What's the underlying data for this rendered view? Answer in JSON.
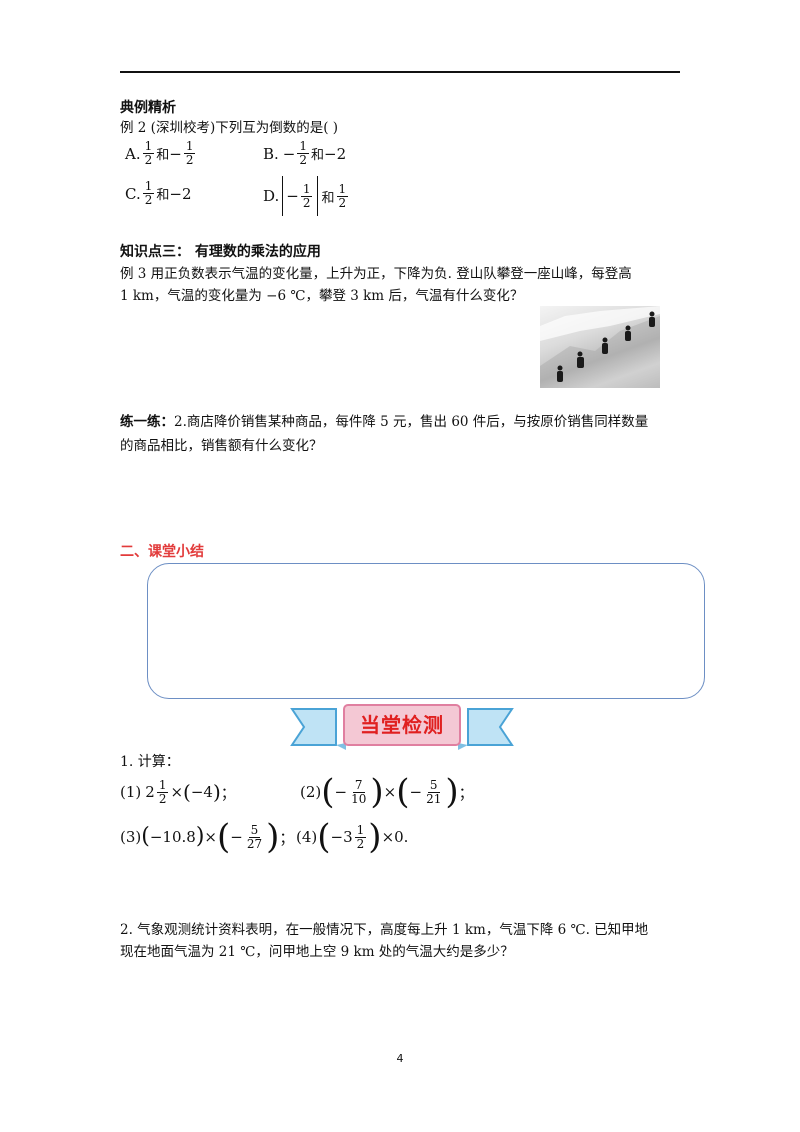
{
  "example_section": {
    "heading": "典例精析",
    "question": "例 2    (深圳校考)下列互为倒数的是(                )",
    "optA": {
      "label": "A.",
      "f1n": "1",
      "f1d": "2",
      "mid": "和",
      "sign": "−",
      "f2n": "1",
      "f2d": "2"
    },
    "optB": {
      "label": "B.",
      "sign": "−",
      "fn": "1",
      "fd": "2",
      "mid": "和",
      "rest": "−2"
    },
    "optC": {
      "label": "C.",
      "fn": "1",
      "fd": "2",
      "mid": "和",
      "rest": "−2"
    },
    "optD": {
      "label": "D.",
      "sign": "−",
      "fn": "1",
      "fd": "2",
      "mid": "和",
      "f2n": "1",
      "f2d": "2"
    }
  },
  "knowledge3": {
    "heading": "知识点三：  有理数的乘法的应用",
    "line1": "例 3      用正负数表示气温的变化量，上升为正，下降为负. 登山队攀登一座山峰，每登高",
    "line2": "1 km，气温的变化量为  −6 ℃，攀登  3 km  后，气温有什么变化？"
  },
  "practice": {
    "label": "练一练：",
    "line1": "2.商店降价销售某种商品，每件降  5  元，售出  60  件后，与按原价销售同样数量",
    "line2": "的商品相比，销售额有什么变化？"
  },
  "summary": {
    "heading": "二、课堂小结"
  },
  "test": {
    "banner": "当堂检测",
    "q1": "1. 计算：",
    "p1": {
      "idx": "1",
      "whole": "2",
      "fn": "1",
      "fd": "2",
      "times": "×",
      "val": "−4",
      "end": "；"
    },
    "p2": {
      "idx": "2",
      "f1n": "7",
      "f1d": "10",
      "times": "×",
      "f2n": "5",
      "f2d": "21",
      "end": "；"
    },
    "p3": {
      "idx": "3",
      "val": "−10.8",
      "times": "×",
      "fn": "5",
      "fd": "27",
      "end": "；"
    },
    "p4": {
      "idx": "4",
      "whole": "3",
      "fn": "1",
      "fd": "2",
      "rest": "×0."
    },
    "q2_line1": "2.  气象观测统计资料表明，在一般情况下，高度每上升  1 km，气温下降  6 ℃. 已知甲地",
    "q2_line2": "现在地面气温为  21 ℃，问甲地上空  9 km  处的气温大约是多少？"
  },
  "page_number": "4"
}
